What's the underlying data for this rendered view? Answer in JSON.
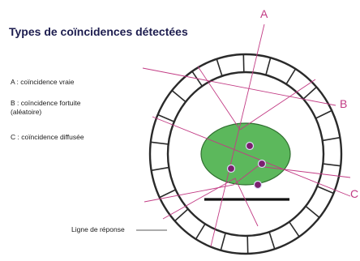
{
  "title": "Types de coïncidences détectées",
  "legend": {
    "a": "A : coïncidence vraie",
    "b_line1": "B : coïncidence fortuite",
    "b_line2": "(aléatoire)",
    "c": "C : coïncidence diffusée"
  },
  "labels": {
    "a": "A",
    "b": "B",
    "c": "C",
    "line_of_response": "Ligne de réponse"
  },
  "colors": {
    "ray": "#c23b84",
    "patient_fill": "#5cb85c",
    "patient_edge": "#2f6e2f",
    "detector_ring": "#2a2a2a",
    "title": "#1d1d4f",
    "source_dot": "#7a1f6e",
    "bed": "#111111"
  },
  "icons": {
    "detector_ring": "detector-ring-icon",
    "patient": "patient-body-icon",
    "bed": "bed-icon",
    "source": "annihilation-source-icon"
  }
}
